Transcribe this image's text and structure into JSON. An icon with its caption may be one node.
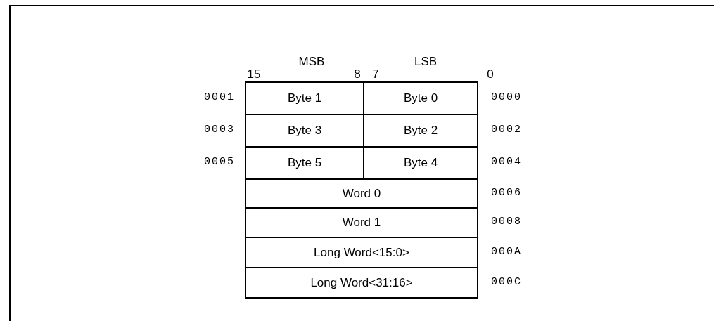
{
  "diagram": {
    "labels": [
      "MSB",
      "LSB",
      "15",
      "8",
      "7",
      "0",
      "0001",
      "Byte 1",
      "Byte 0",
      "0000",
      "0003",
      "Byte 3",
      "Byte 2",
      "0002",
      "0005",
      "Byte 5",
      "Byte 4",
      "0004",
      "Word 0",
      "0006",
      "Word 1",
      "0008",
      "Long Word<15:0>",
      "000A",
      "Long Word<31:16>",
      "000C"
    ]
  }
}
